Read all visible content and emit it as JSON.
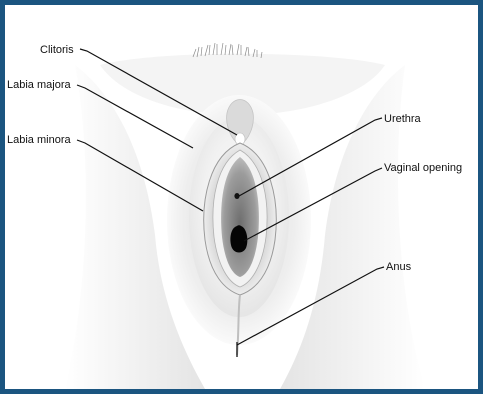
{
  "figure": {
    "frame_color": "#1b5580",
    "background_color": "#ffffff",
    "labels": {
      "clitoris": "Clitoris",
      "labia_majora": "Labia majora",
      "labia_minora": "Labia minora",
      "urethra": "Urethra",
      "vaginal_opening": "Vaginal opening",
      "anus": "Anus"
    }
  }
}
